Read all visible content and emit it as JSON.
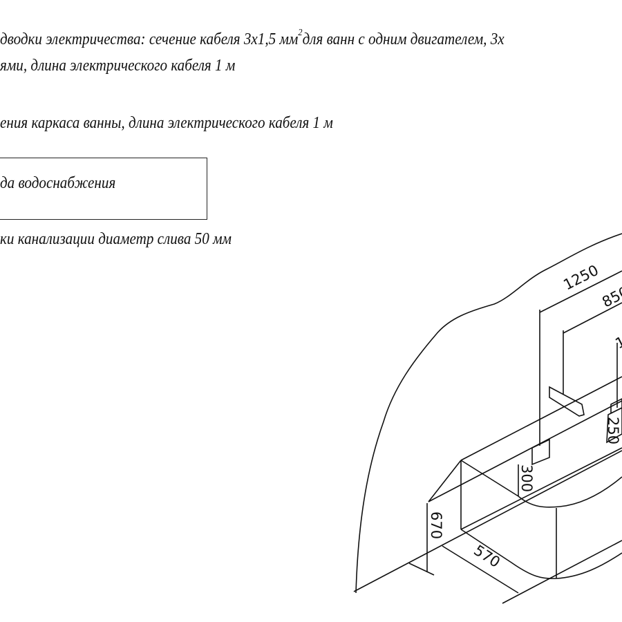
{
  "notes": {
    "line1_a": "дводки электричества: сечение кабеля 3х1,5 мм",
    "line1_sup": "2",
    "line1_b": "для ванн с одним двигателем, 3х",
    "line2": "ями, длина электрического кабеля 1 м",
    "line3": "ения каркаса ванны, длина электрического кабеля 1 м",
    "line4_boxed": "да водоснабжения",
    "line5": "ки канализации диаметр слива 50 мм"
  },
  "dimensions": {
    "length_total": "1250",
    "length_mid": "850",
    "length_short": "1",
    "height_socket": "300",
    "height_small": "250",
    "height_tub": "670",
    "width_tub": "570"
  }
}
